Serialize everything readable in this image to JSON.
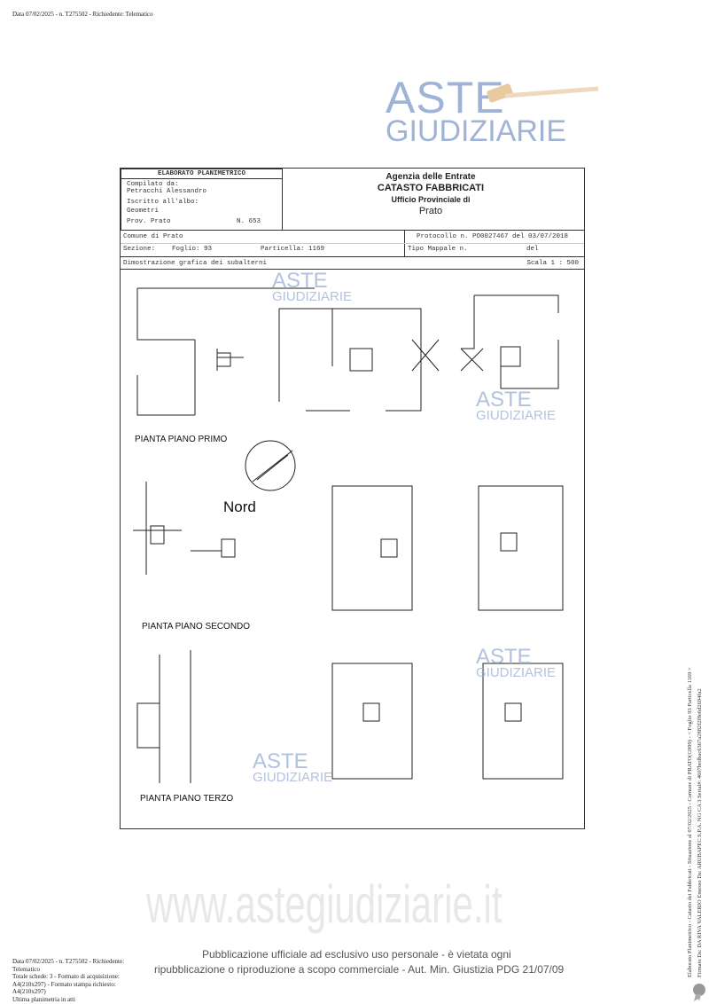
{
  "top_header": "Data 07/02/2025 - n. T275502 - Richiedente: Telematico",
  "watermark": {
    "line1": "ASTE",
    "line2": "GIUDIZIARIE",
    "site": "www.astegiudiziarie.it"
  },
  "form": {
    "title": "ELABORATO PLANIMETRICO",
    "compilato_label": "Compilato da:",
    "compilato_name": "Petracchi Alessandro",
    "iscritto_label": "Iscritto all'albo:",
    "iscritto_value": "Geometri",
    "prov": "Prov. Prato",
    "numero": "N. 653",
    "agency": "Agenzia delle Entrate",
    "catasto": "CATASTO FABBRICATI",
    "ufficio": "Ufficio Provinciale di",
    "city": "Prato",
    "comune": "Comune di Prato",
    "sezione": "Sezione:",
    "foglio": "Foglio: 93",
    "particella": "Particella: 1169",
    "protocollo": "Protocollo n. PO0027467 del 03/07/2018",
    "tipo_mappale": "Tipo Mappale n.",
    "del": "del",
    "dimostrazione": "Dimostrazione grafica dei subalterni",
    "scala": "Scala 1 : 500"
  },
  "plans": {
    "primo": "PIANTA PIANO PRIMO",
    "secondo": "PIANTA PIANO SECONDO",
    "terzo": "PIANTA PIANO TERZO",
    "nord": "Nord"
  },
  "footer": {
    "line1": "Data 07/02/2025 - n. T275502 - Richiedente: Telematico",
    "line2": "Totale schede: 3 - Formato di acquisizione: A4(210x297) - Formato stampa richiesto: A4(210x297)",
    "line3": "Ultima planimetria in atti",
    "notice1": "Pubblicazione ufficiale ad esclusivo uso personale - è vietata ogni",
    "notice2": "ripubblicazione o riproduzione a scopo commerciale - Aut. Min. Giustizia PDG 21/07/09"
  },
  "side": {
    "line1": "Elaborato Planimetrico - Catasto dei Fabbricati - Situazione al 07/02/2025 - Comune di PRATO(G999) - < Foglio 93 Particella 1169 >",
    "line2": "Firmato Da: DA RIVA VALERIO Emesso Da: ARUBAPEC S.P.A. NG CA 3 Serial#: 4607bedbac6367a2882f2f8e6d2694fa2"
  }
}
